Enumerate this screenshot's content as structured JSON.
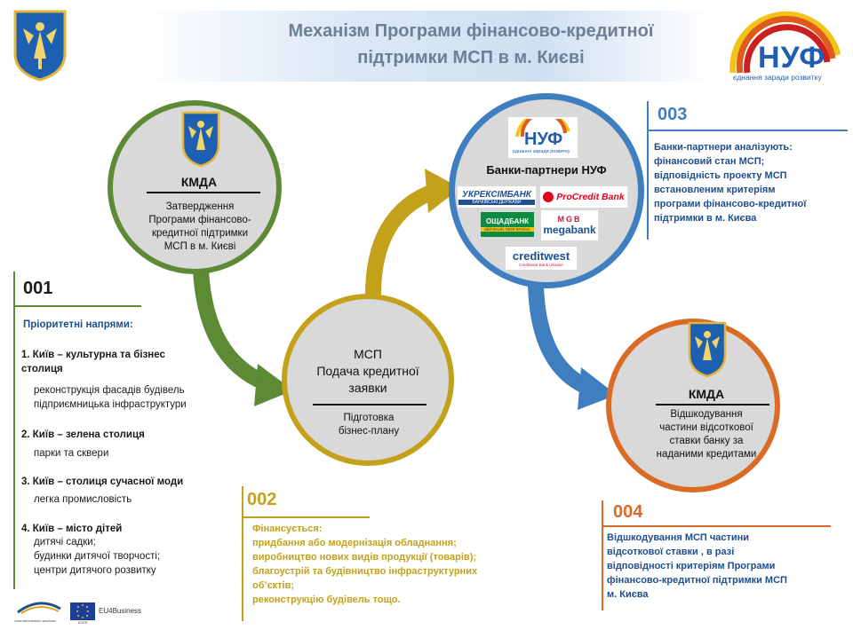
{
  "header": {
    "title_line1": "Механізм Програми фінансово-кредитної",
    "title_line2": "підтримки МСП в м. Києві",
    "nuf_logo_text": "НУФ",
    "nuf_logo_tagline": "єднання заради розвитку"
  },
  "circles": {
    "kmda": {
      "name": "КМДА",
      "desc": [
        "Затвердження",
        "Програми фінансово-",
        "кредитної підтримки",
        "МСП в м. Києві"
      ]
    },
    "msp": {
      "name_line1": "МСП",
      "name_line2": "Подача кредитної",
      "name_line3": "заявки",
      "desc": [
        "Підготовка",
        "бізнес-плану"
      ]
    },
    "banks": {
      "nuf_logo_text": "НУФ",
      "nuf_logo_tagline": "єднання заради розвитку",
      "name": "Банки-партнери НУФ",
      "bank_logos": [
        "УКРЕКСІМБАНК",
        "ProCredit Bank",
        "ОЩАДБАНК",
        "megabank",
        "creditwest"
      ],
      "ukreximbank_tag": "БАНКІВСЬКІ ДЕРЖАВИ",
      "oschadbank_tag": "МІЙ БАНК. МОЯ КРАЇНА",
      "megabank_mark": "MGB",
      "creditwest_tag": "Creditwest Bank Ukraine"
    },
    "kmda2": {
      "name": "КМДА",
      "desc": [
        "Відшкодування",
        "частини відсоткової",
        "ставки банку  за",
        "наданими кредитами"
      ]
    }
  },
  "panels": {
    "p001": {
      "number": "001",
      "heading": "Пріоритетні напрями:",
      "items": [
        {
          "title": "1. Київ – культурна та бізнес",
          "title2": "столиця",
          "sub": [
            "реконструкція фасадів будівель",
            "підприємницька інфраструктури"
          ]
        },
        {
          "title": "2. Київ – зелена столиця",
          "sub": [
            "парки та сквери"
          ]
        },
        {
          "title": "3. Київ – столиця сучасної моди",
          "sub": [
            "легка промисловість"
          ]
        },
        {
          "title": "4. Київ – місто дітей",
          "sub": [
            "дитячі садки;",
            "будинки дитячої творчості;",
            "центри дитячого розвитку"
          ]
        }
      ]
    },
    "p002": {
      "number": "002",
      "lines": [
        "Фінансується:",
        "придбання або модернізація обладнання;",
        "виробництво нових видів продукції (товарів);",
        "благоустрій та будівництво інфраструктурних",
        "об’єктів;",
        "реконструкцію будівель тощо."
      ]
    },
    "p003": {
      "number": "003",
      "lines": [
        "Банки-партнери аналізують:",
        "фінансовий стан МСП;",
        "відповідність проекту МСП",
        "встановленим критеріям",
        "програми фінансово-кредитної",
        "підтримки в м. Києва"
      ]
    },
    "p004": {
      "number": "004",
      "lines": [
        "Відшкодування МСП частини",
        "відсоткової ставки , в разі",
        "відповідності критеріям Програми",
        "фінансово-кредитної підтримки МСП",
        "м. Києва"
      ]
    }
  },
  "footer": {
    "logo1_text": "Unternehmerisch wachsen",
    "logo2_text": "КОЛЯ",
    "eu4business": "EU4Business"
  },
  "colors": {
    "green": "#5d8a34",
    "gold": "#c4a11a",
    "blue": "#3f7fbf",
    "orange": "#d96b25",
    "text_blue": "#1f4e8c"
  }
}
